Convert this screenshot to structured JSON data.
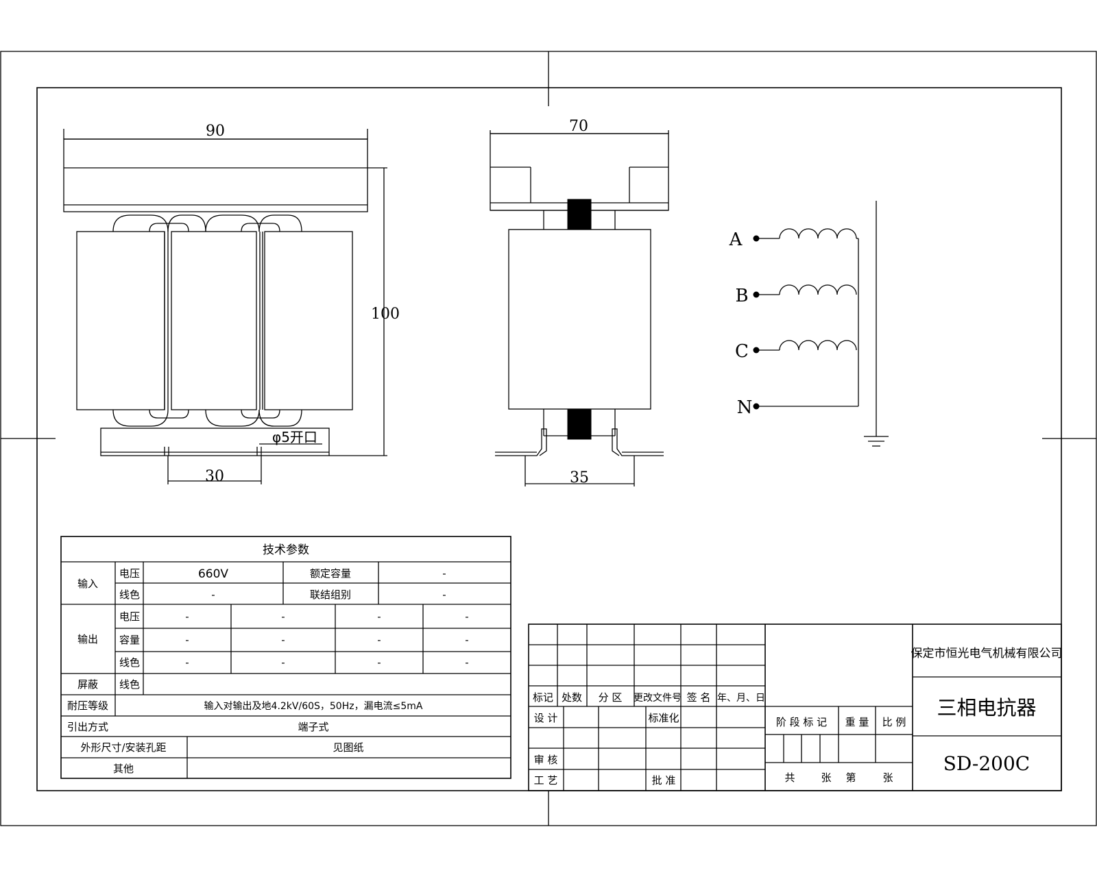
{
  "dimensions": {
    "front_width": "90",
    "front_height": "100",
    "front_base_hole": "30",
    "hole_note": "φ5开口",
    "side_width": "70",
    "side_base": "35"
  },
  "schematic": {
    "terminals": [
      "A",
      "B",
      "C",
      "N"
    ]
  },
  "spec_table": {
    "title": "技术参数",
    "input_label": "输入",
    "voltage_label": "电压",
    "input_voltage": "660V",
    "rated_capacity_label": "额定容量",
    "rated_capacity": "-",
    "wire_color_label": "线色",
    "input_wire_color": "-",
    "connection_group_label": "联结组别",
    "connection_group": "-",
    "output_label": "输出",
    "capacity_label": "容量",
    "output_rows": [
      [
        "-",
        "-",
        "-",
        "-"
      ],
      [
        "-",
        "-",
        "-",
        "-"
      ],
      [
        "-",
        "-",
        "-",
        "-"
      ]
    ],
    "shield_label": "屏蔽",
    "shield_wire_color": "",
    "withstand_label": "耐压等级",
    "withstand_value": "输入对输出及地4.2kV/60S，50Hz，漏电流≤5mA",
    "lead_label": "引出方式",
    "lead_value": "端子式",
    "size_label": "外形尺寸/安装孔距",
    "size_value": "见图纸",
    "other_label": "其他",
    "other_value": ""
  },
  "title_block": {
    "headers": [
      "标记",
      "处数",
      "分 区",
      "更改文件号",
      "签 名",
      "年、月、日"
    ],
    "design": "设 计",
    "standardize": "标准化",
    "review": "审 核",
    "process": "工 艺",
    "approve": "批 准",
    "stage_mark": "阶 段 标 记",
    "weight": "重 量",
    "scale": "比 例",
    "sheets": [
      "共",
      "张",
      "第",
      "张"
    ],
    "company": "保定市恒光电气机械有限公司",
    "product_name": "三相电抗器",
    "model": "SD-200C"
  }
}
